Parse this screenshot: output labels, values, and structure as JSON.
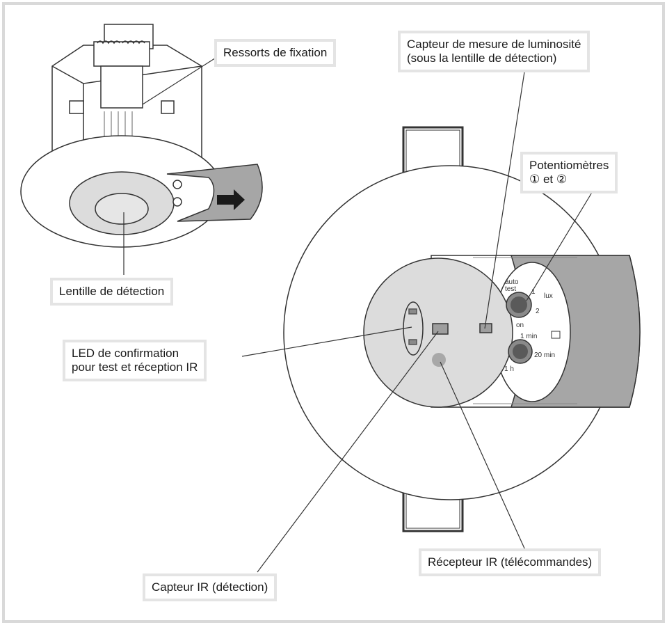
{
  "callouts": {
    "ressorts": "Ressorts de fixation",
    "lentille": "Lentille de détection",
    "led": "LED de confirmation\npour test et réception IR",
    "capteur_luminosite": "Capteur de mesure de luminosité\n(sous la lentille de détection)",
    "potentiometres": "Potentiomètres\n① et ②",
    "recepteur": "Récepteur IR (télécommandes)",
    "capteur_ir": "Capteur IR (détection)"
  },
  "dial_labels": {
    "auto": "auto",
    "test": "test",
    "one": "1",
    "lux": "lux",
    "two": "2",
    "on": "on",
    "one_min": "1 min",
    "twenty_min": "20 min",
    "one_h": "1 h"
  },
  "colors": {
    "frame_border": "#d9d9d9",
    "lens_fill": "#dcdcdc",
    "slide_fill": "#a6a6a6",
    "sensor_fill": "#9e9e9e",
    "line": "#333333"
  }
}
